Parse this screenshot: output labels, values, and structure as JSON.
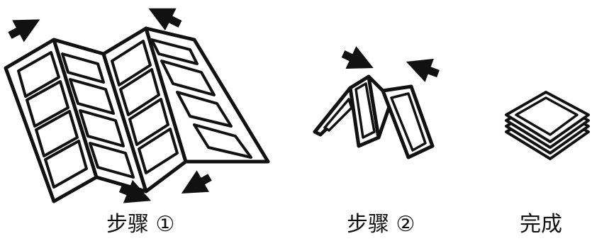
{
  "captions": {
    "step1": "步骤 ①",
    "step2": "步骤 ②",
    "done": "完成"
  },
  "colors": {
    "ink": "#111111",
    "paper": "#ffffff"
  }
}
